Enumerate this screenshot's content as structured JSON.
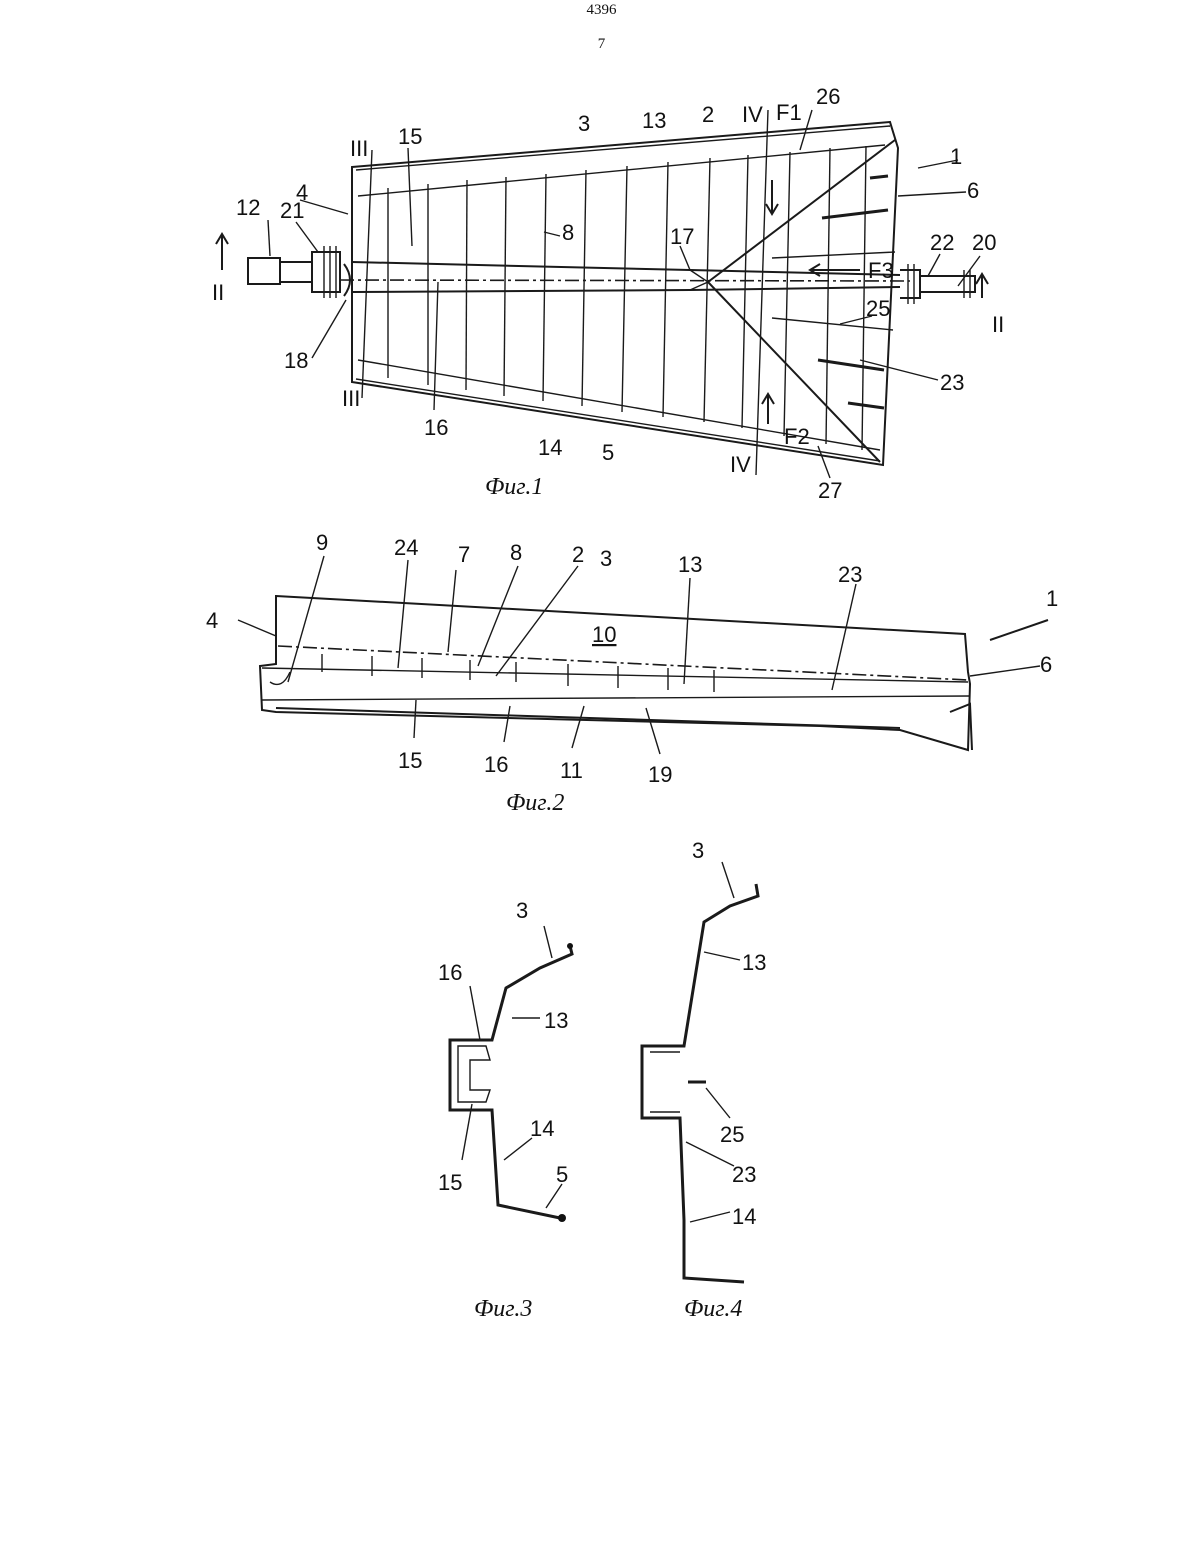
{
  "header": {
    "page_number": "4396",
    "column_number": "7"
  },
  "figures": {
    "fig1": {
      "caption": "Фиг.1",
      "labels": [
        "1",
        "2",
        "3",
        "4",
        "5",
        "6",
        "8",
        "12",
        "13",
        "14",
        "15",
        "16",
        "17",
        "18",
        "20",
        "21",
        "22",
        "23",
        "25",
        "26",
        "27"
      ],
      "section_marks": [
        "III",
        "III",
        "IV",
        "IV",
        "II",
        "II"
      ],
      "flow_marks": [
        "F1",
        "F2",
        "F3"
      ]
    },
    "fig2": {
      "caption": "Фиг.2",
      "labels": [
        "9",
        "24",
        "7",
        "8",
        "2",
        "3",
        "13",
        "23",
        "1",
        "4",
        "6",
        "10",
        "15",
        "16",
        "11",
        "19"
      ]
    },
    "fig3": {
      "caption": "Фиг.3",
      "labels": [
        "3",
        "16",
        "13",
        "15",
        "14",
        "5"
      ]
    },
    "fig4": {
      "caption": "Фиг.4",
      "labels": [
        "3",
        "13",
        "25",
        "23",
        "14"
      ]
    }
  }
}
